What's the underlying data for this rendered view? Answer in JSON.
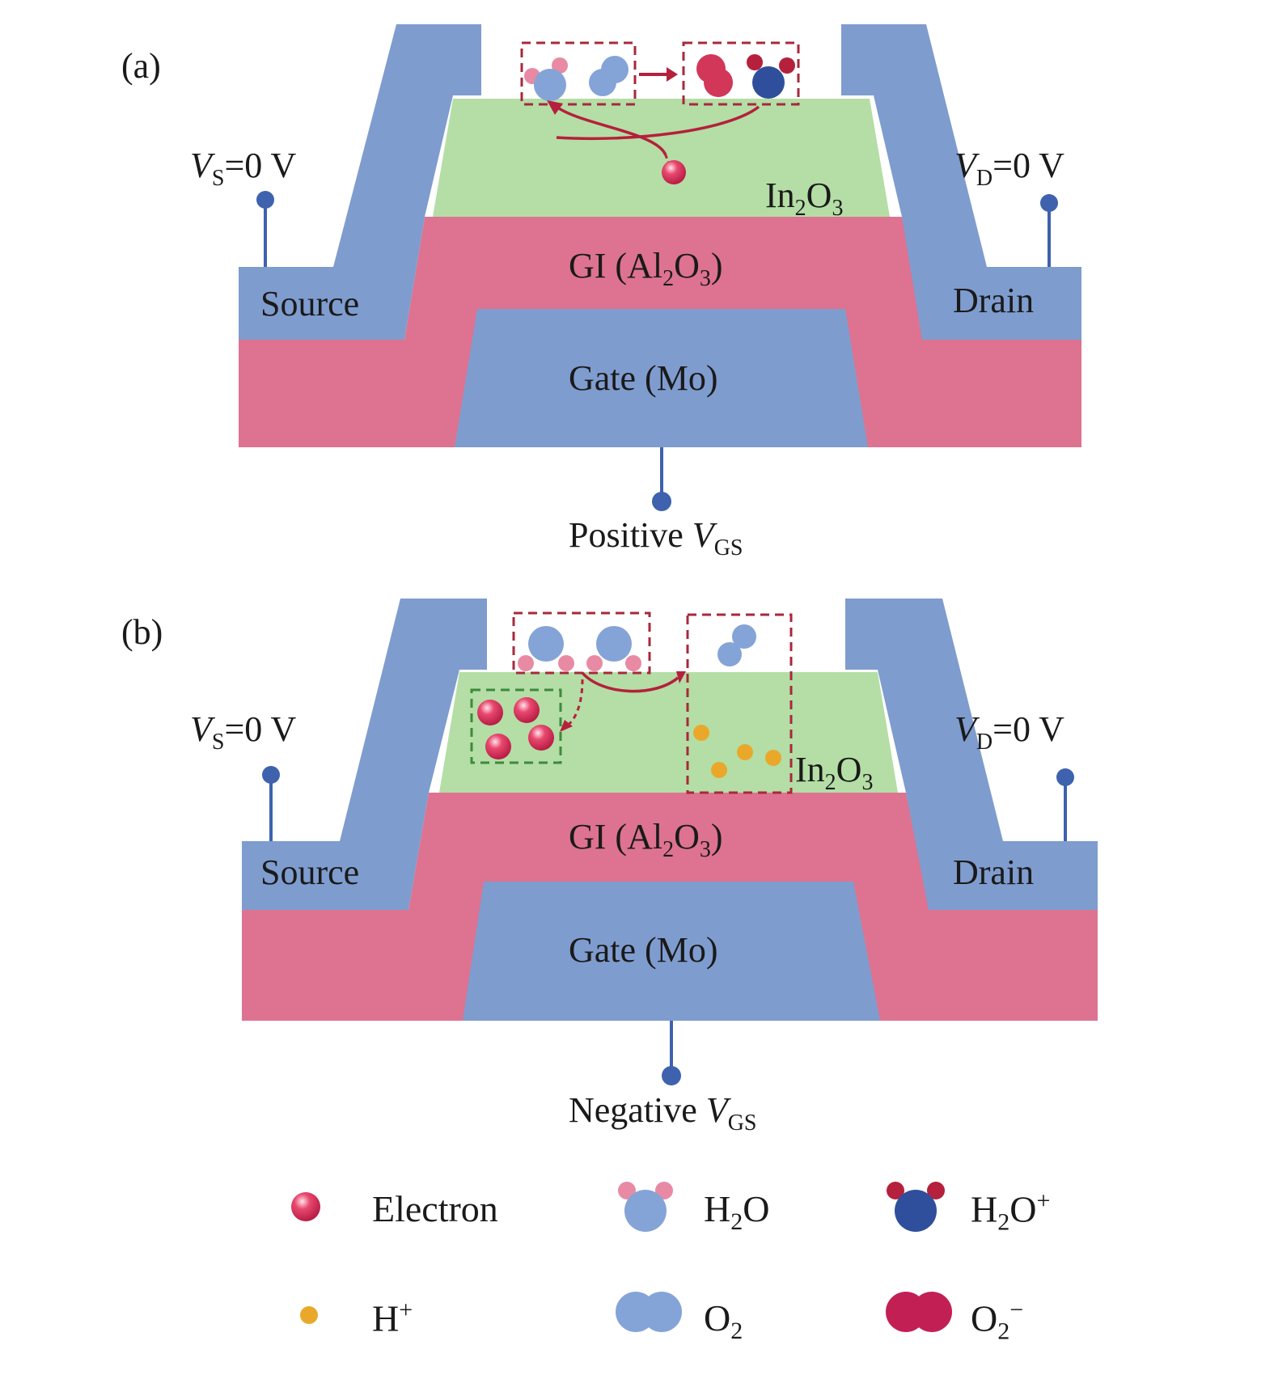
{
  "colors": {
    "electrode_blue": "#7f9ccf",
    "gi_pink": "#dd7390",
    "channel_green": "#b4dea5",
    "dash_red": "#a8283e",
    "dash_green": "#3d8a3d",
    "wire_blue": "#3e62ad",
    "h2o_plus_blue": "#2f4f9c",
    "h_plus_orange": "#eaa82b"
  },
  "panel_a": {
    "label": "(a)",
    "vs_base": "V",
    "vs_sub": "S",
    "vs_rest": "=0 V",
    "vd_base": "V",
    "vd_sub": "D",
    "vd_rest": "=0 V",
    "channel_base": "In",
    "channel_sub1": "2",
    "channel_mid": "O",
    "channel_sub2": "3",
    "gi_pre": "GI (Al",
    "gi_sub1": "2",
    "gi_mid": "O",
    "gi_sub2": "3",
    "gi_post": ")",
    "source": "Source",
    "drain": "Drain",
    "gate": "Gate (Mo)",
    "bias_pre": "Positive ",
    "bias_v": "V",
    "bias_sub": "GS"
  },
  "panel_b": {
    "label": "(b)",
    "vs_base": "V",
    "vs_sub": "S",
    "vs_rest": "=0 V",
    "vd_base": "V",
    "vd_sub": "D",
    "vd_rest": "=0 V",
    "channel_base": "In",
    "channel_sub1": "2",
    "channel_mid": "O",
    "channel_sub2": "3",
    "gi_pre": "GI (Al",
    "gi_sub1": "2",
    "gi_mid": "O",
    "gi_sub2": "3",
    "gi_post": ")",
    "source": "Source",
    "drain": "Drain",
    "gate": "Gate (Mo)",
    "bias_pre": "Negative ",
    "bias_v": "V",
    "bias_sub": "GS"
  },
  "legend": {
    "electron": "Electron",
    "h2o_base": "H",
    "h2o_sub": "2",
    "h2o_rest": "O",
    "h2o_plus_base": "H",
    "h2o_plus_sub": "2",
    "h2o_plus_rest": "O",
    "h2o_plus_sup": "+",
    "h_plus_base": "H",
    "h_plus_sup": "+",
    "o2_base": "O",
    "o2_sub": "2",
    "o2_minus_base": "O",
    "o2_minus_sub": "2",
    "o2_minus_sup": "−"
  }
}
